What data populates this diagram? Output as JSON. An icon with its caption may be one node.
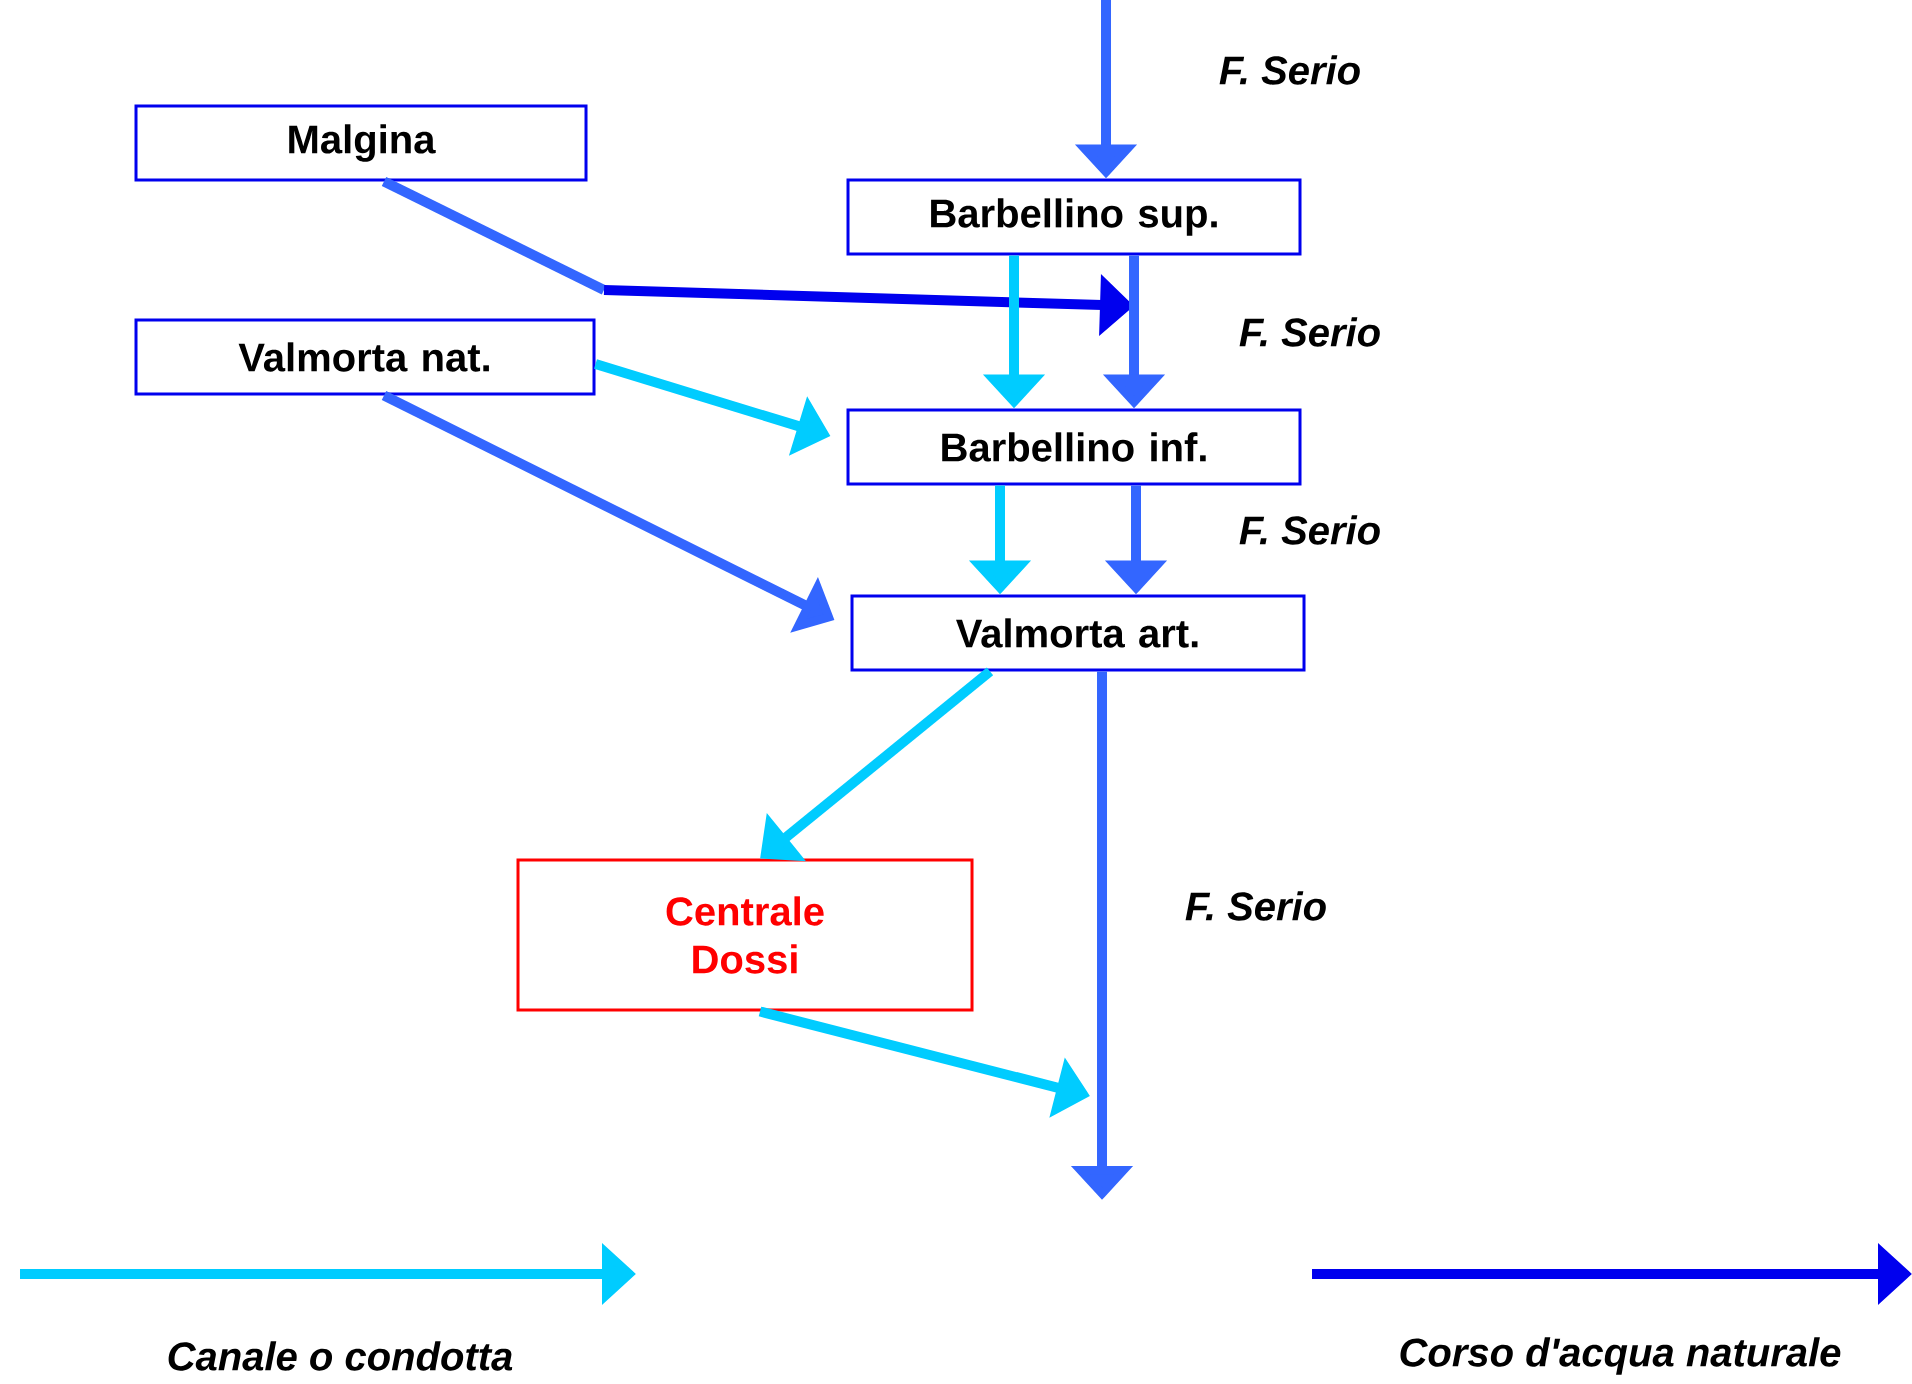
{
  "diagram": {
    "nodes": [
      {
        "text": [
          "Malgina"
        ]
      },
      {
        "text": [
          "Barbellino sup."
        ]
      },
      {
        "text": [
          "Valmorta nat."
        ]
      },
      {
        "text": [
          "Barbellino inf."
        ]
      },
      {
        "text": [
          "Valmorta art."
        ]
      },
      {
        "text": [
          "Centrale Dossi"
        ]
      }
    ],
    "edges": [
      {
        "from": null,
        "to": 1,
        "arrow": "to",
        "label": "F. Serio"
      },
      {
        "from": 0,
        "to": null,
        "arrow": "to",
        "color": "#0000ee"
      },
      {
        "from": 1,
        "to": 3,
        "arrow": "to",
        "color": "#00ccff"
      },
      {
        "from": 1,
        "to": 3,
        "arrow": "to",
        "label": "F. Serio"
      },
      {
        "from": 2,
        "to": 3,
        "arrow": "to",
        "color": "#00ccff"
      },
      {
        "from": 2,
        "to": 4,
        "arrow": "to"
      },
      {
        "from": 3,
        "to": 4,
        "arrow": "to",
        "color": "#00ccff"
      },
      {
        "from": 3,
        "to": 4,
        "arrow": "to",
        "label": "F. Serio"
      },
      {
        "from": 4,
        "to": 5,
        "arrow": "to",
        "color": "#00ccff"
      },
      {
        "from": 4,
        "to": null,
        "arrow": "to",
        "label": "F. Serio"
      },
      {
        "from": 5,
        "to": null,
        "arrow": "to",
        "color": "#00ccff"
      }
    ],
    "legend": [
      {
        "text": "Canale o condotta"
      },
      {
        "text": "Corso d'acqua naturale"
      }
    ]
  }
}
